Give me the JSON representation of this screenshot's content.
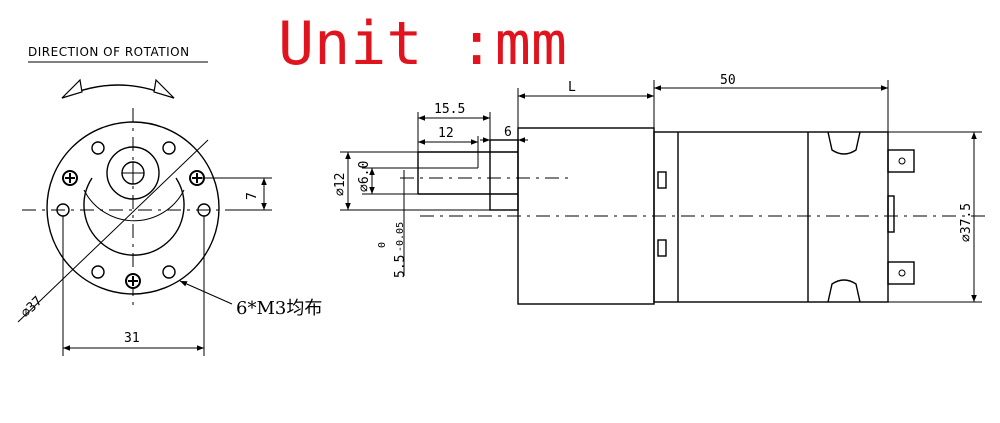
{
  "title": "Unit :mm",
  "colors": {
    "title": "#e0141e",
    "line": "#000000"
  },
  "front_view": {
    "rotation_label": "DIRECTION OF ROTATION",
    "dia_label": "⌀37",
    "width_label": "31",
    "offset_label": "7",
    "screw_label": "6*M3均布"
  },
  "side_view": {
    "len15_5": "15.5",
    "len12": "12",
    "len6": "6",
    "lenL": "L",
    "len50": "50",
    "dia12": "⌀12",
    "dia6": "⌀6.0",
    "flat_main": "5.5",
    "flat_upper_tol": "0",
    "flat_lower_tol": "-0.05",
    "dia37_5": "⌀37.5"
  }
}
